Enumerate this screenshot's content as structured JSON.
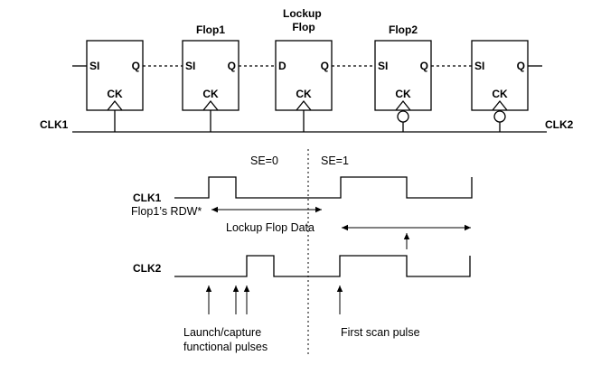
{
  "flops": [
    {
      "title": "",
      "in_pin": "SI",
      "out_pin": "Q",
      "clk_pin": "CK",
      "inverted_clock": false
    },
    {
      "title": "Flop1",
      "in_pin": "SI",
      "out_pin": "Q",
      "clk_pin": "CK",
      "inverted_clock": false
    },
    {
      "title": "Lockup\nFlop",
      "in_pin": "D",
      "out_pin": "Q",
      "clk_pin": "CK",
      "inverted_clock": false
    },
    {
      "title": "Flop2",
      "in_pin": "SI",
      "out_pin": "Q",
      "clk_pin": "CK",
      "inverted_clock": true
    },
    {
      "title": "",
      "in_pin": "SI",
      "out_pin": "Q",
      "clk_pin": "CK",
      "inverted_clock": true
    }
  ],
  "clock_nets": {
    "left": "CLK1",
    "right": "CLK2"
  },
  "timing": {
    "se0_label": "SE=0",
    "se1_label": "SE=1",
    "clk1_label": "CLK1",
    "clk2_label": "CLK2",
    "rdw_label": "Flop1’s RDW*",
    "lockup_data_label": "Lockup Flop Data",
    "launch_label_line1": "Launch/capture",
    "launch_label_line2": "functional pulses",
    "first_scan_label": "First scan pulse"
  }
}
